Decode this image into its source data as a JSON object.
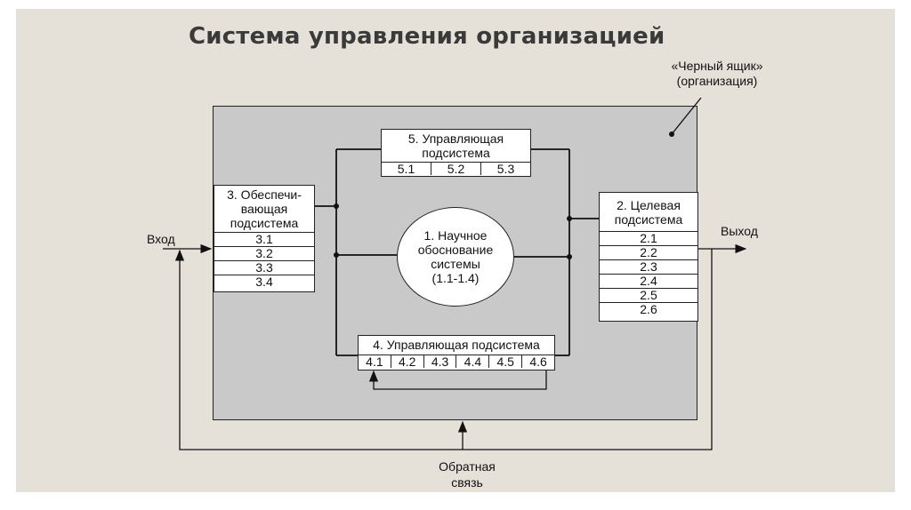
{
  "title": "Система управления организацией",
  "black_box": {
    "line1": "«Черный ящик»",
    "line2": "(организация)"
  },
  "center": {
    "text": "1. Научное\nобоснование\nсистемы\n(1.1-1.4)"
  },
  "target": {
    "title_line1": "2. Целевая",
    "title_line2": "подсистема",
    "items": [
      "2.1",
      "2.2",
      "2.3",
      "2.4",
      "2.5",
      "2.6"
    ]
  },
  "support": {
    "title_line1": "3. Обеспечи-",
    "title_line2": "вающая",
    "title_line3": "подсистема",
    "items": [
      "3.1",
      "3.2",
      "3.3",
      "3.4"
    ]
  },
  "managing4": {
    "title": "4. Управляющая подсистема",
    "items": [
      "4.1",
      "4.2",
      "4.3",
      "4.4",
      "4.5",
      "4.6"
    ]
  },
  "managing5": {
    "title_line1": "5. Управляющая",
    "title_line2": "подсистема",
    "items": [
      "5.1",
      "5.2",
      "5.3"
    ]
  },
  "input_label": "Вход",
  "output_label": "Выход",
  "feedback": {
    "line1": "Обратная",
    "line2": "связь"
  }
}
